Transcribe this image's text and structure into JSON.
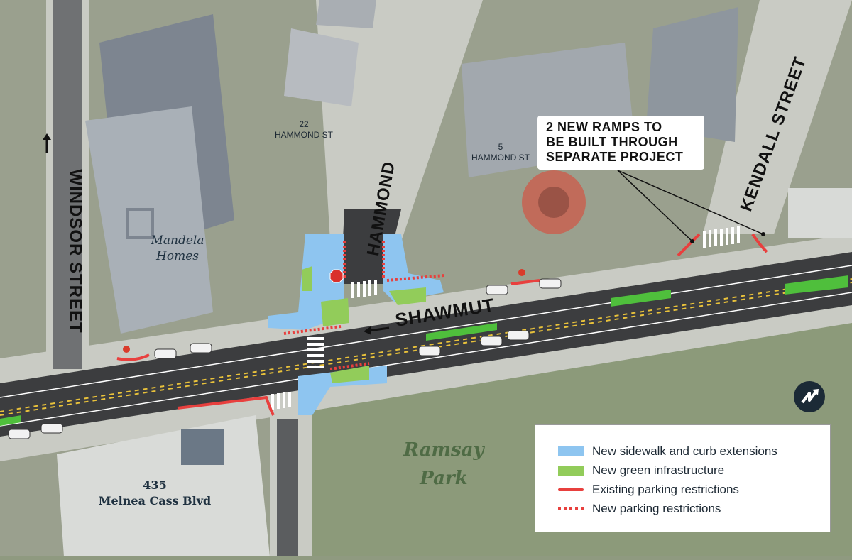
{
  "streets": {
    "windsor": "WINDSOR STREET",
    "hammond": "HAMMOND",
    "shawmut": "SHAWMUT",
    "kendall": "KENDALL STREET"
  },
  "addresses": {
    "hammond22_num": "22",
    "hammond22_street": "HAMMOND ST",
    "hammond5_num": "5",
    "hammond5_street": "HAMMOND ST",
    "melnea_num": "435",
    "melnea_street": "Melnea Cass Blvd"
  },
  "places": {
    "mandela_line1": "Mandela",
    "mandela_line2": "Homes",
    "ramsay_line1": "Ramsay",
    "ramsay_line2": "Park"
  },
  "callout": {
    "line1": "2 NEW RAMPS TO",
    "line2": "BE BUILT THROUGH",
    "line3": "SEPARATE PROJECT"
  },
  "signs": {
    "stop": "STOP"
  },
  "legend": {
    "items": [
      {
        "label": "New sidewalk and curb extensions",
        "color": "#8ec5f0",
        "style": "fill"
      },
      {
        "label": "New green infrastructure",
        "color": "#92cc5a",
        "style": "fill"
      },
      {
        "label": "Existing parking restrictions",
        "color": "#e8403e",
        "style": "solid-line"
      },
      {
        "label": "New parking restrictions",
        "color": "#e8403e",
        "style": "dotted-line"
      }
    ]
  },
  "colors": {
    "road": "#3c3d3f",
    "sidewalk_extension": "#8ec5f0",
    "green_infrastructure": "#92cc5a",
    "bike_lane": "#4fbf3c",
    "parking_restriction": "#e8403e",
    "center_line": "#e9c23b"
  },
  "icons": {
    "north_arrow": "north-arrow-icon",
    "direction_arrow": "arrow-left-icon",
    "hydrant": "fire-hydrant-icon"
  }
}
